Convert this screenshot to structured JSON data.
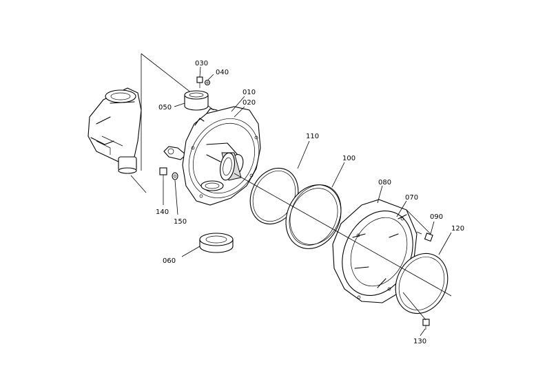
{
  "labels": {
    "p010": "010",
    "p020": "020",
    "p030": "030",
    "p040": "040",
    "p050": "050",
    "p060": "060",
    "p070": "070",
    "p080": "080",
    "p090": "090",
    "p100": "100",
    "p110": "110",
    "p120": "120",
    "p130": "130",
    "p140": "140",
    "p150": "150"
  }
}
